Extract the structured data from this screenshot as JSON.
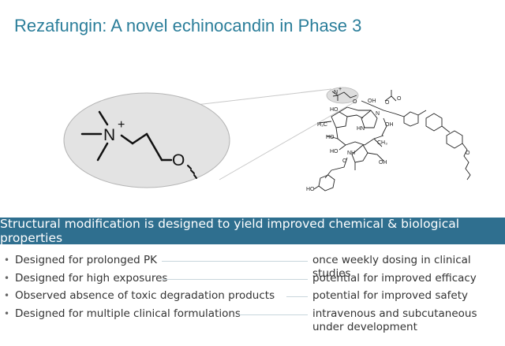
{
  "slide": {
    "title": "Rezafungin: A novel echinocandin in Phase 3",
    "banner": "Structural modification is designed to yield improved chemical & biological properties"
  },
  "figure": {
    "zoom_labels": {
      "N": "N",
      "plus": "+",
      "O": "O"
    },
    "molecule_labels": {
      "ho1": "HO",
      "h3c": "H₃C",
      "ho2": "HO",
      "oh1": "OH",
      "oh2": "OH",
      "ch3": "CH₃",
      "ho3": "HO",
      "oh3": "OH",
      "ho4": "HO"
    }
  },
  "bullets": [
    {
      "left": "Designed for prolonged PK",
      "right": "once weekly dosing in clinical studies"
    },
    {
      "left": "Designed for high exposures",
      "right": "potential for improved efficacy"
    },
    {
      "left": "Observed absence of toxic degradation products",
      "right": "potential for improved safety"
    },
    {
      "left": "Designed for multiple clinical formulations",
      "right": "intravenous and subcutaneous under development"
    }
  ],
  "colors": {
    "title": "#2b7e9a",
    "banner_bg": "#2f6f8f",
    "ellipse_fill": "#e3e3e3"
  }
}
